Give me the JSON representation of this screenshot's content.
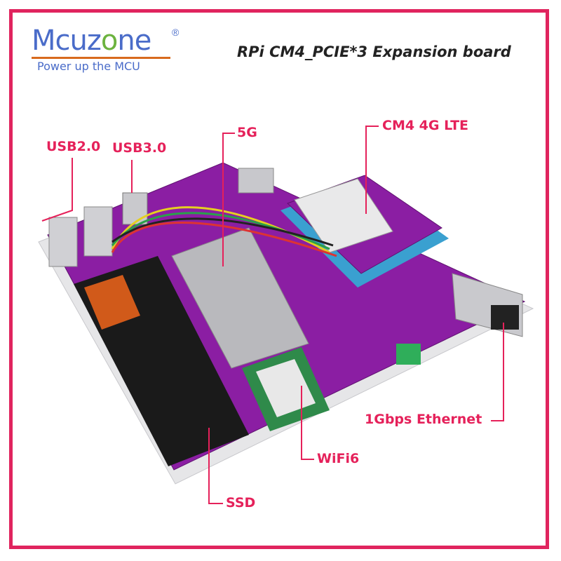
{
  "logo": {
    "brand": "Mcuzone",
    "brand_prefix": "Mcuz",
    "brand_o": "o",
    "brand_suffix": "ne",
    "registered": "®",
    "tagline": "Power up the MCU"
  },
  "title": "RPi CM4_PCIE*3 Expansion board",
  "callouts": {
    "usb2": "USB2.0",
    "usb3": "USB3.0",
    "g5": "5G",
    "lte": "CM4 4G LTE",
    "ethernet": "1Gbps Ethernet",
    "wifi": "WiFi6",
    "ssd": "SSD"
  },
  "colors": {
    "frame": "#e0245e",
    "callout": "#e5215a",
    "board": "#8b1ea3",
    "logo_blue": "#4a6cc9",
    "logo_green": "#6cb33f"
  }
}
